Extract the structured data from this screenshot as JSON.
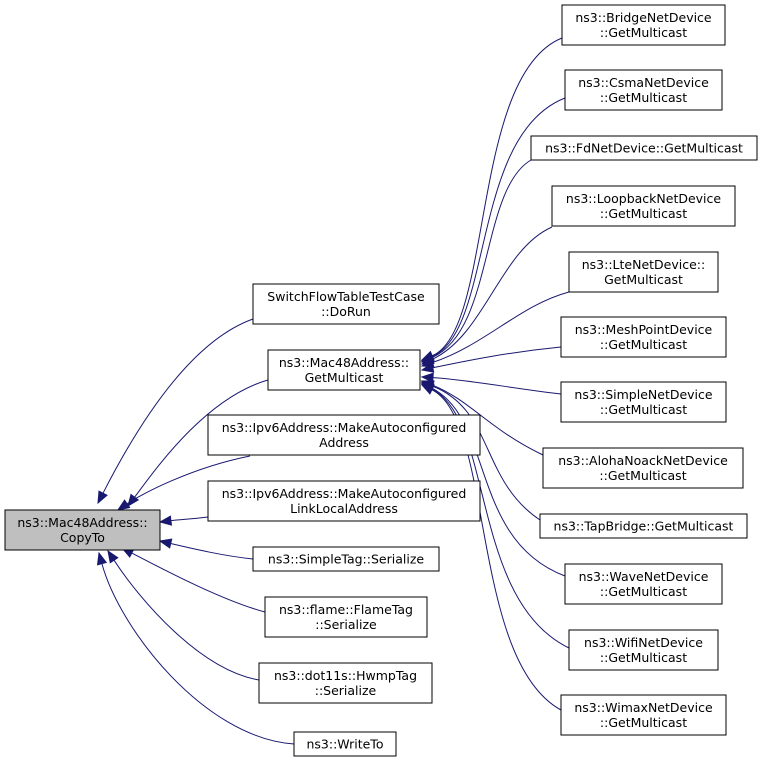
{
  "graph": {
    "nodes": [
      {
        "id": "root",
        "lines": [
          "ns3::Mac48Address::",
          "CopyTo"
        ],
        "root": true
      },
      {
        "id": "switchflow",
        "lines": [
          "SwitchFlowTableTestCase",
          "::DoRun"
        ]
      },
      {
        "id": "getmulticast",
        "lines": [
          "ns3::Mac48Address::",
          "GetMulticast"
        ]
      },
      {
        "id": "ipv6auto",
        "lines": [
          "ns3::Ipv6Address::MakeAutoconfigured",
          "Address"
        ]
      },
      {
        "id": "ipv6link",
        "lines": [
          "ns3::Ipv6Address::MakeAutoconfigured",
          "LinkLocalAddress"
        ]
      },
      {
        "id": "simpletag",
        "lines": [
          "ns3::SimpleTag::Serialize"
        ]
      },
      {
        "id": "flametag",
        "lines": [
          "ns3::flame::FlameTag",
          "::Serialize"
        ]
      },
      {
        "id": "hwmptag",
        "lines": [
          "ns3::dot11s::HwmpTag",
          "::Serialize"
        ]
      },
      {
        "id": "writeto",
        "lines": [
          "ns3::WriteTo"
        ]
      },
      {
        "id": "bridge",
        "lines": [
          "ns3::BridgeNetDevice",
          "::GetMulticast"
        ]
      },
      {
        "id": "csma",
        "lines": [
          "ns3::CsmaNetDevice",
          "::GetMulticast"
        ]
      },
      {
        "id": "fd",
        "lines": [
          "ns3::FdNetDevice::GetMulticast"
        ]
      },
      {
        "id": "loopback",
        "lines": [
          "ns3::LoopbackNetDevice",
          "::GetMulticast"
        ]
      },
      {
        "id": "lte",
        "lines": [
          "ns3::LteNetDevice::",
          "GetMulticast"
        ]
      },
      {
        "id": "meshpoint",
        "lines": [
          "ns3::MeshPointDevice",
          "::GetMulticast"
        ]
      },
      {
        "id": "simplenet",
        "lines": [
          "ns3::SimpleNetDevice",
          "::GetMulticast"
        ]
      },
      {
        "id": "aloha",
        "lines": [
          "ns3::AlohaNoackNetDevice",
          "::GetMulticast"
        ]
      },
      {
        "id": "tapbridge",
        "lines": [
          "ns3::TapBridge::GetMulticast"
        ]
      },
      {
        "id": "wave",
        "lines": [
          "ns3::WaveNetDevice",
          "::GetMulticast"
        ]
      },
      {
        "id": "wifi",
        "lines": [
          "ns3::WifiNetDevice",
          "::GetMulticast"
        ]
      },
      {
        "id": "wimax",
        "lines": [
          "ns3::WimaxNetDevice",
          "::GetMulticast"
        ]
      }
    ],
    "edges": [
      {
        "from": "switchflow",
        "to": "root"
      },
      {
        "from": "getmulticast",
        "to": "root"
      },
      {
        "from": "ipv6auto",
        "to": "root"
      },
      {
        "from": "ipv6link",
        "to": "root"
      },
      {
        "from": "simpletag",
        "to": "root"
      },
      {
        "from": "flametag",
        "to": "root"
      },
      {
        "from": "hwmptag",
        "to": "root"
      },
      {
        "from": "writeto",
        "to": "root"
      },
      {
        "from": "bridge",
        "to": "getmulticast"
      },
      {
        "from": "csma",
        "to": "getmulticast"
      },
      {
        "from": "fd",
        "to": "getmulticast"
      },
      {
        "from": "loopback",
        "to": "getmulticast"
      },
      {
        "from": "lte",
        "to": "getmulticast"
      },
      {
        "from": "meshpoint",
        "to": "getmulticast"
      },
      {
        "from": "simplenet",
        "to": "getmulticast"
      },
      {
        "from": "aloha",
        "to": "getmulticast"
      },
      {
        "from": "tapbridge",
        "to": "getmulticast"
      },
      {
        "from": "wave",
        "to": "getmulticast"
      },
      {
        "from": "wifi",
        "to": "getmulticast"
      },
      {
        "from": "wimax",
        "to": "getmulticast"
      }
    ],
    "colors": {
      "edge": "#191970",
      "root_fill": "#bfbfbf",
      "node_fill": "#ffffff",
      "border": "#000000"
    }
  }
}
